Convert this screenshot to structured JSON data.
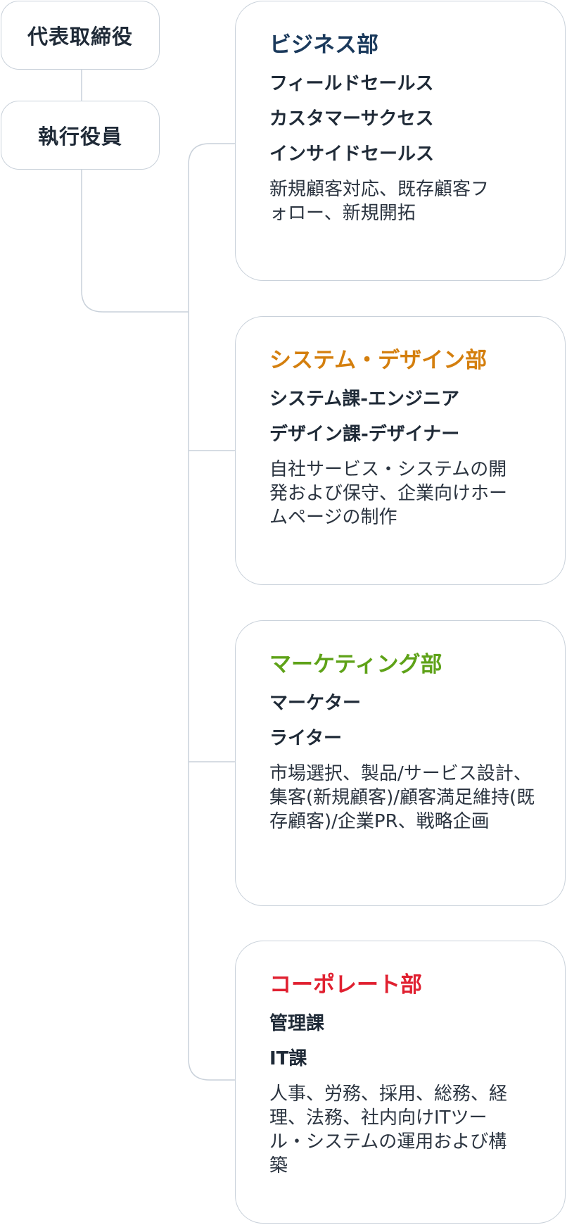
{
  "top_nodes": {
    "ceo": "代表取締役",
    "executive": "執行役員"
  },
  "departments": [
    {
      "title": "ビジネス部",
      "title_color": "#1b3a5c",
      "roles": [
        "フィールドセールス",
        "カスタマーサクセス",
        "インサイドセールス"
      ],
      "description": "新規顧客対応、既存顧客フォロー、新規開拓"
    },
    {
      "title": "システム・デザイン部",
      "title_color": "#d47f0e",
      "roles": [
        "システム課-エンジニア",
        "デザイン課-デザイナー"
      ],
      "description": "自社サービス・システムの開発および保守、企業向けホームページの制作"
    },
    {
      "title": "マーケティング部",
      "title_color": "#5ea218",
      "roles": [
        "マーケター",
        "ライター"
      ],
      "description": "市場選択、製品/サービス設計、集客(新規顧客)/顧客満足維持(既存顧客)/企業PR、戦略企画"
    },
    {
      "title": "コーポレート部",
      "title_color": "#e02030",
      "roles": [
        "管理課",
        "IT課"
      ],
      "description": "人事、労務、採用、総務、経理、法務、社内向けITツール・システムの運用および構築"
    }
  ],
  "colors": {
    "line": "#c9d1da",
    "text": "#1f2a37"
  }
}
